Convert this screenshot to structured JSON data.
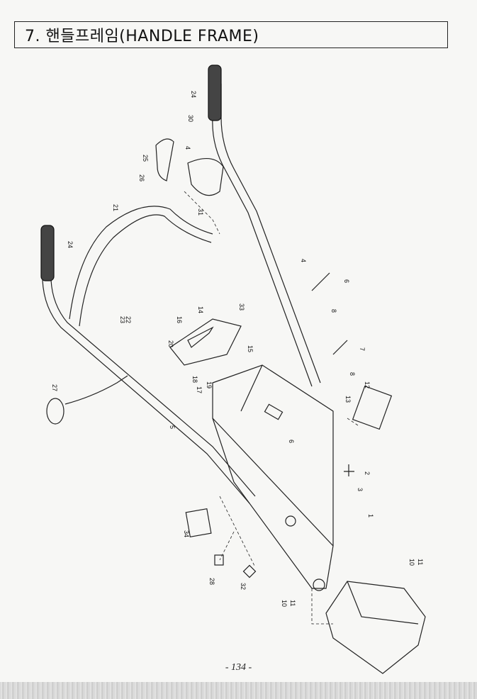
{
  "title": "7. 핸들프레임(HANDLE FRAME)",
  "page_number": "- 134 -",
  "part_labels": [
    {
      "id": "p1",
      "text": "1"
    },
    {
      "id": "p2",
      "text": "2"
    },
    {
      "id": "p3",
      "text": "3"
    },
    {
      "id": "p4a",
      "text": "4"
    },
    {
      "id": "p4b",
      "text": "4"
    },
    {
      "id": "p5",
      "text": "5"
    },
    {
      "id": "p6a",
      "text": "6"
    },
    {
      "id": "p6b",
      "text": "6"
    },
    {
      "id": "p7",
      "text": "7"
    },
    {
      "id": "p8a",
      "text": "8"
    },
    {
      "id": "p8b",
      "text": "8"
    },
    {
      "id": "p10a",
      "text": "10"
    },
    {
      "id": "p10b",
      "text": "10"
    },
    {
      "id": "p11a",
      "text": "11"
    },
    {
      "id": "p11b",
      "text": "11"
    },
    {
      "id": "p12",
      "text": "12"
    },
    {
      "id": "p13",
      "text": "13"
    },
    {
      "id": "p14",
      "text": "14"
    },
    {
      "id": "p15",
      "text": "15"
    },
    {
      "id": "p16",
      "text": "16"
    },
    {
      "id": "p17",
      "text": "17"
    },
    {
      "id": "p18",
      "text": "18"
    },
    {
      "id": "p19",
      "text": "19"
    },
    {
      "id": "p20",
      "text": "20"
    },
    {
      "id": "p21",
      "text": "21"
    },
    {
      "id": "p22",
      "text": "22"
    },
    {
      "id": "p23",
      "text": "23"
    },
    {
      "id": "p24a",
      "text": "24"
    },
    {
      "id": "p24b",
      "text": "24"
    },
    {
      "id": "p25",
      "text": "25"
    },
    {
      "id": "p26",
      "text": "26"
    },
    {
      "id": "p27",
      "text": "27"
    },
    {
      "id": "p28",
      "text": "28"
    },
    {
      "id": "p30",
      "text": "30"
    },
    {
      "id": "p31",
      "text": "31"
    },
    {
      "id": "p32",
      "text": "32"
    },
    {
      "id": "p33",
      "text": "33"
    },
    {
      "id": "p34",
      "text": "34"
    }
  ]
}
